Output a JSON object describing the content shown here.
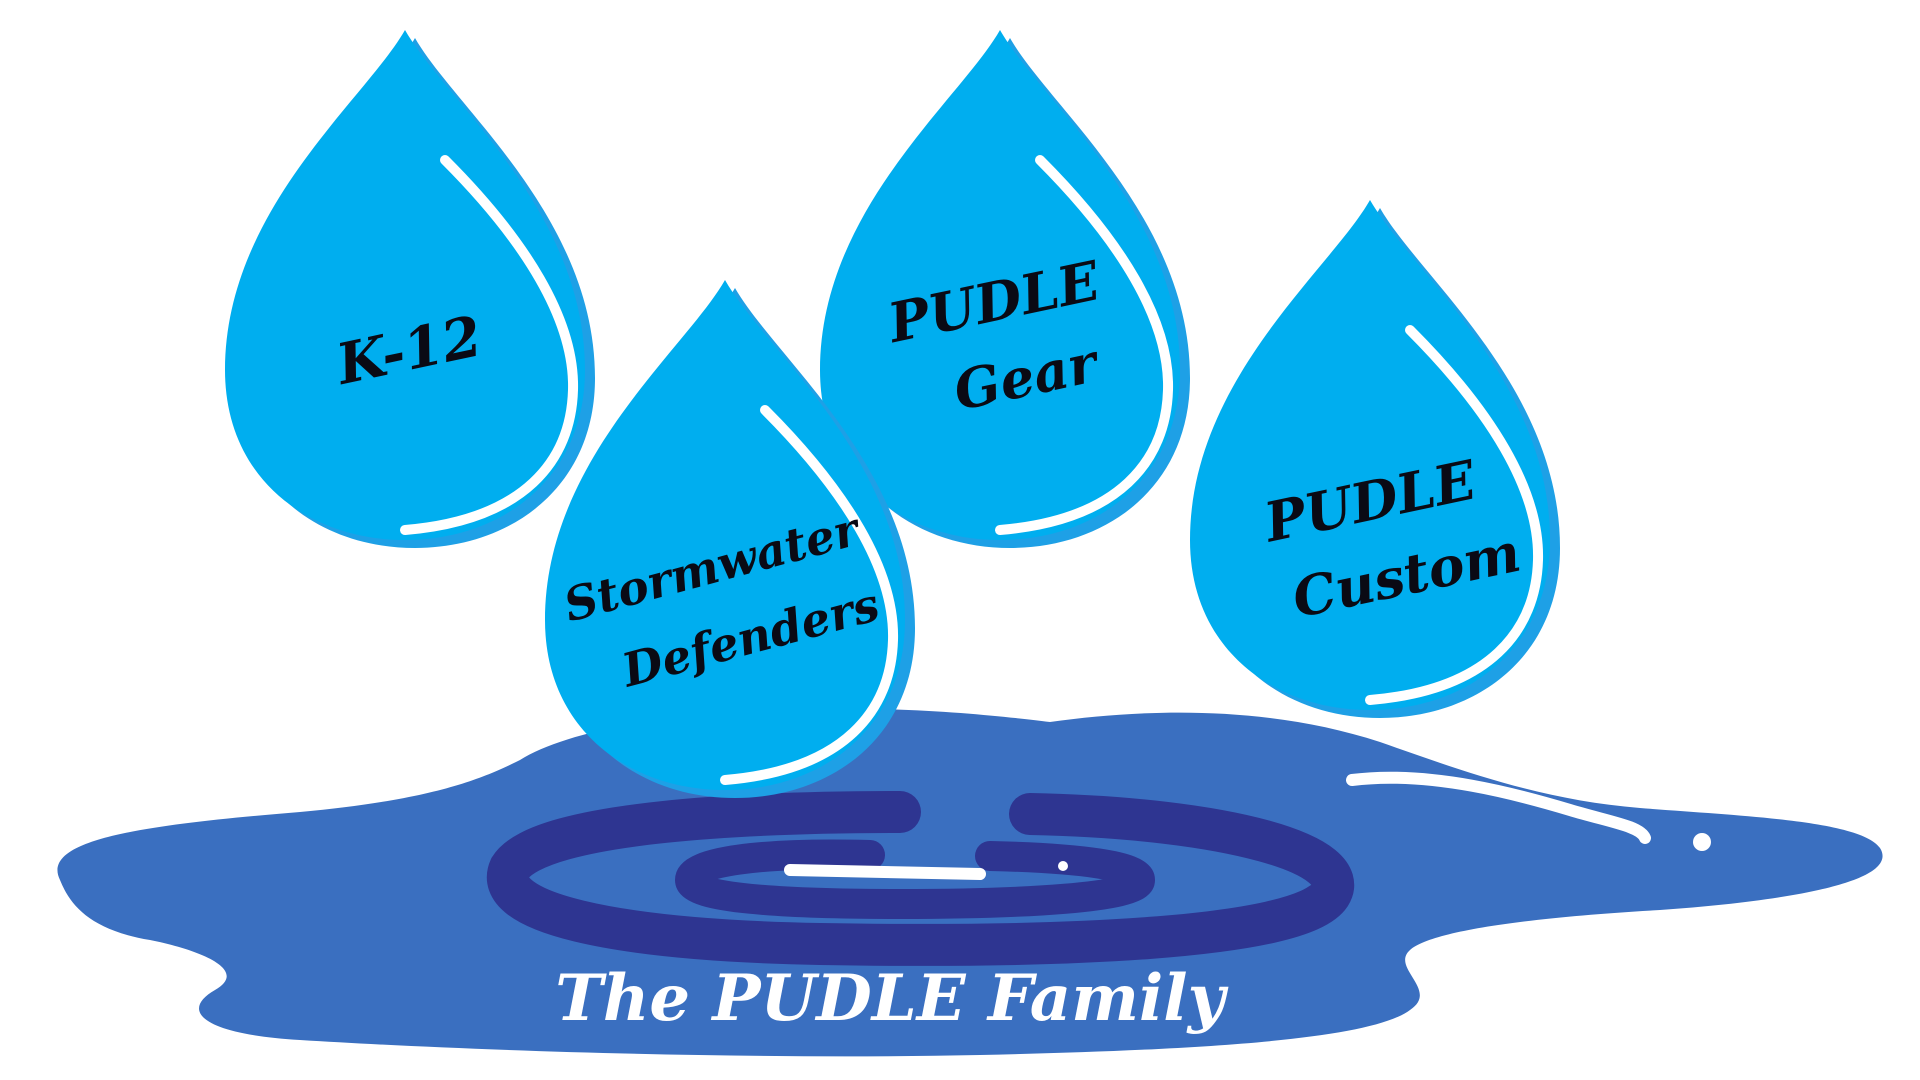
{
  "colors": {
    "drop_fill": "#00aeef",
    "drop_rim": "#1ea0e6",
    "drop_highlight": "#ffffff",
    "puddle_fill": "#3a6fc0",
    "ripple_dark": "#2e3591",
    "label_text": "#0a0a14",
    "title_text": "#ffffff",
    "background": "#ffffff"
  },
  "drops": [
    {
      "id": "k12",
      "lines": [
        "K-12"
      ]
    },
    {
      "id": "stormwater-defenders",
      "lines": [
        "Stormwater",
        "Defenders"
      ]
    },
    {
      "id": "pudle-gear",
      "lines": [
        "PUDLE",
        "Gear"
      ]
    },
    {
      "id": "pudle-custom",
      "lines": [
        "PUDLE",
        "Custom"
      ]
    }
  ],
  "puddle": {
    "title": "The PUDLE Family"
  }
}
